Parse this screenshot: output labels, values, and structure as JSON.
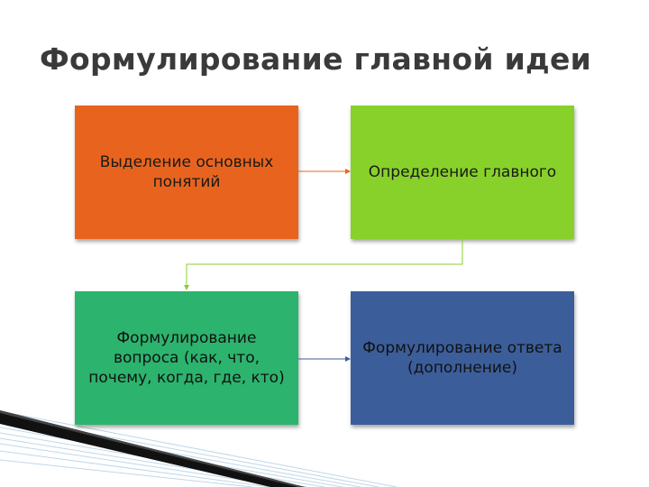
{
  "title": "Формулирование главной идеи",
  "boxes": [
    {
      "label": "Выделение основных понятий",
      "color": "#e8641e"
    },
    {
      "label": "Определение главного",
      "color": "#88d12b"
    },
    {
      "label": "Формулирование вопроса (как, что, почему, когда, где, кто)",
      "color": "#2cb36d"
    },
    {
      "label": "Формулирование ответа (дополнение)",
      "color": "#3b5e9a"
    }
  ],
  "connectors": {
    "orange_to_green_color": "#e8641e",
    "green_to_teal_color": "#88d12b",
    "teal_to_blue_color": "#3b5e9a"
  }
}
